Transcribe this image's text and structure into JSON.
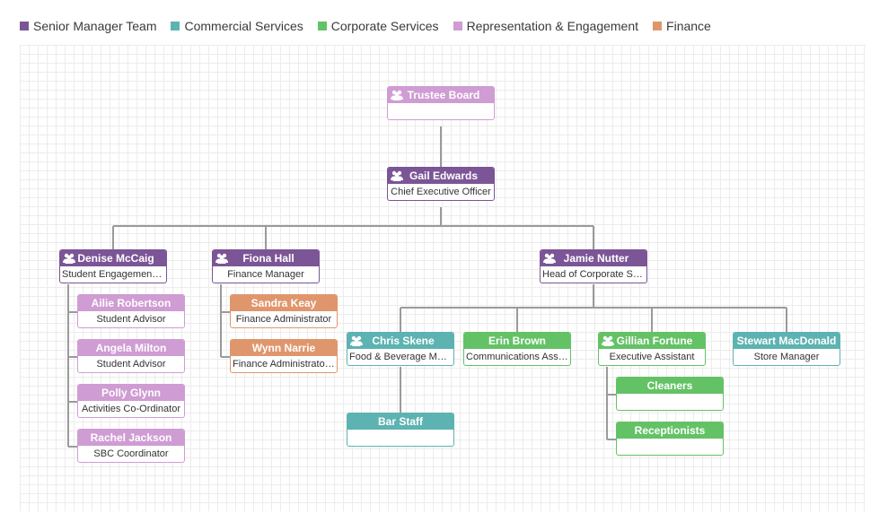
{
  "legend": [
    {
      "label": "Senior Manager Team",
      "color": "#7b5596"
    },
    {
      "label": "Commercial Services",
      "color": "#5db3b1"
    },
    {
      "label": "Corporate Services",
      "color": "#64c266"
    },
    {
      "label": "Representation & Engagement",
      "color": "#cf9cd3"
    },
    {
      "label": "Finance",
      "color": "#e0966c"
    }
  ],
  "nodes": {
    "trustee_board": {
      "name": "Trustee Board",
      "role": ""
    },
    "gail": {
      "name": "Gail Edwards",
      "role": "Chief Executive Officer"
    },
    "denise": {
      "name": "Denise McCaig",
      "role": "Student Engagement ..."
    },
    "fiona": {
      "name": "Fiona Hall",
      "role": "Finance Manager"
    },
    "jamie": {
      "name": "Jamie Nutter",
      "role": "Head of Corporate Ser..."
    },
    "ailie": {
      "name": "Ailie Robertson",
      "role": "Student Advisor"
    },
    "angela": {
      "name": "Angela Milton",
      "role": "Student Advisor"
    },
    "polly": {
      "name": "Polly Glynn",
      "role": "Activities Co-Ordinator"
    },
    "rachel": {
      "name": "Rachel Jackson",
      "role": "SBC Coordinator"
    },
    "sandra": {
      "name": "Sandra Keay",
      "role": "Finance Administrator"
    },
    "wynn": {
      "name": "Wynn Narrie",
      "role": "Finance Administrator ..."
    },
    "chris": {
      "name": "Chris Skene",
      "role": "Food & Beverage Man..."
    },
    "erin": {
      "name": "Erin Brown",
      "role": "Communications Assis..."
    },
    "gillian": {
      "name": "Gillian Fortune",
      "role": "Executive Assistant"
    },
    "stewart": {
      "name": "Stewart MacDonald",
      "role": "Store Manager"
    },
    "bar_staff": {
      "name": "Bar Staff",
      "role": ""
    },
    "cleaners": {
      "name": "Cleaners",
      "role": ""
    },
    "receptionists": {
      "name": "Receptionists",
      "role": ""
    }
  },
  "icons": {
    "group": "people-group-icon"
  }
}
